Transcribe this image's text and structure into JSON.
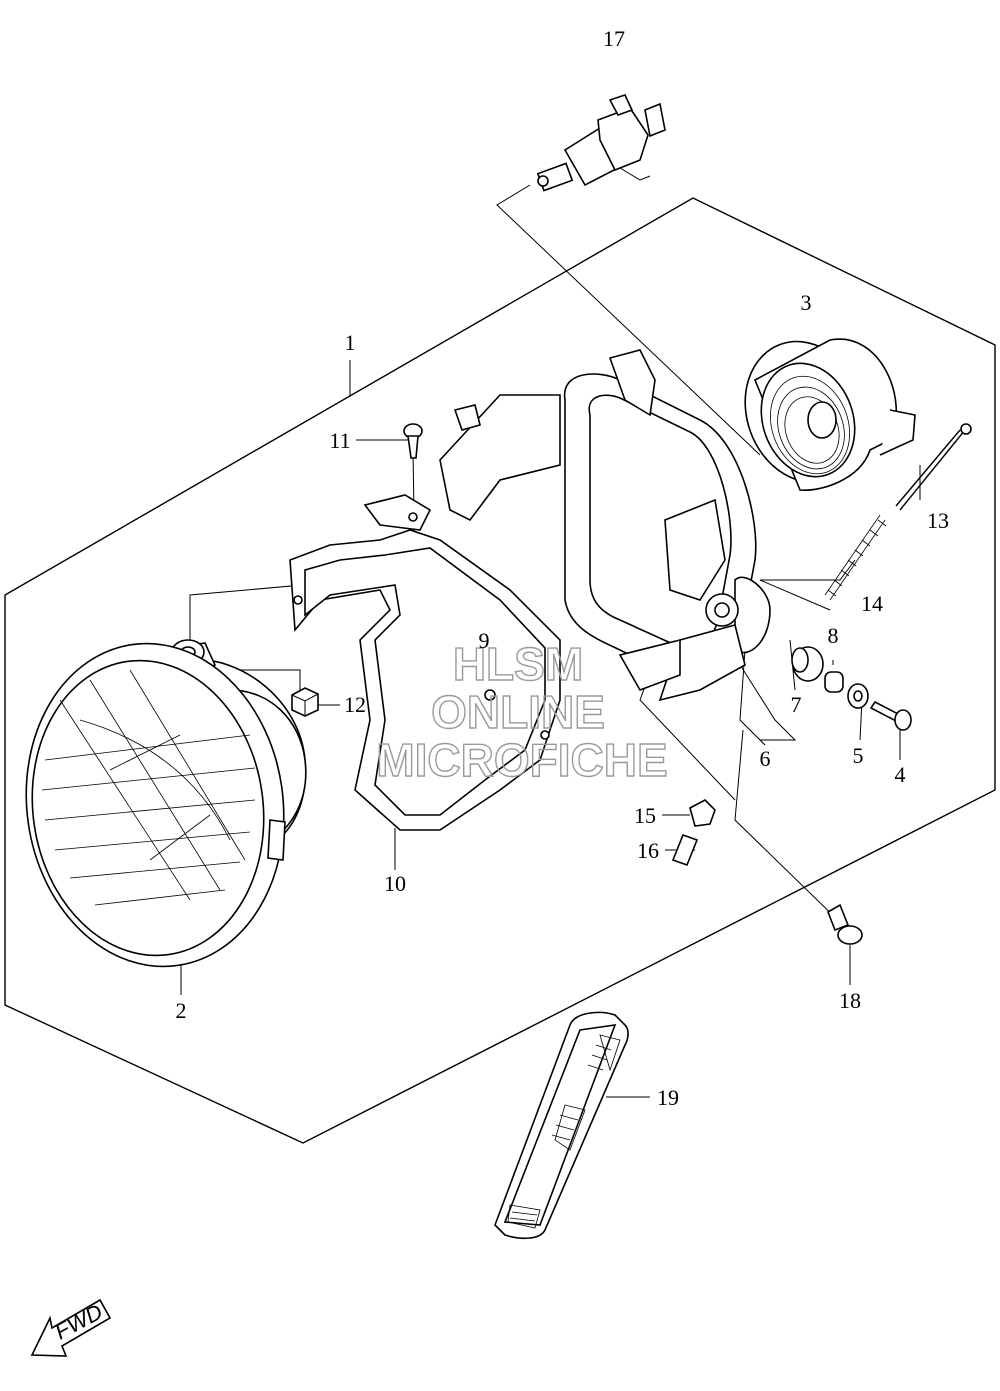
{
  "callouts": {
    "p1": "1",
    "p2": "2",
    "p3": "3",
    "p4": "4",
    "p5": "5",
    "p6": "6",
    "p7": "7",
    "p8": "8",
    "p9": "9",
    "p10": "10",
    "p11": "11",
    "p12": "12",
    "p13": "13",
    "p14": "14",
    "p15": "15",
    "p16": "16",
    "p17": "17",
    "p18": "18",
    "p19": "19"
  },
  "watermark": {
    "line1": "HLSM",
    "line2": "ONLINE",
    "line3": "MICROFICHE"
  },
  "direction_badge": {
    "label": "FWD"
  },
  "icons": {
    "direction": "forward-arrow-icon"
  }
}
